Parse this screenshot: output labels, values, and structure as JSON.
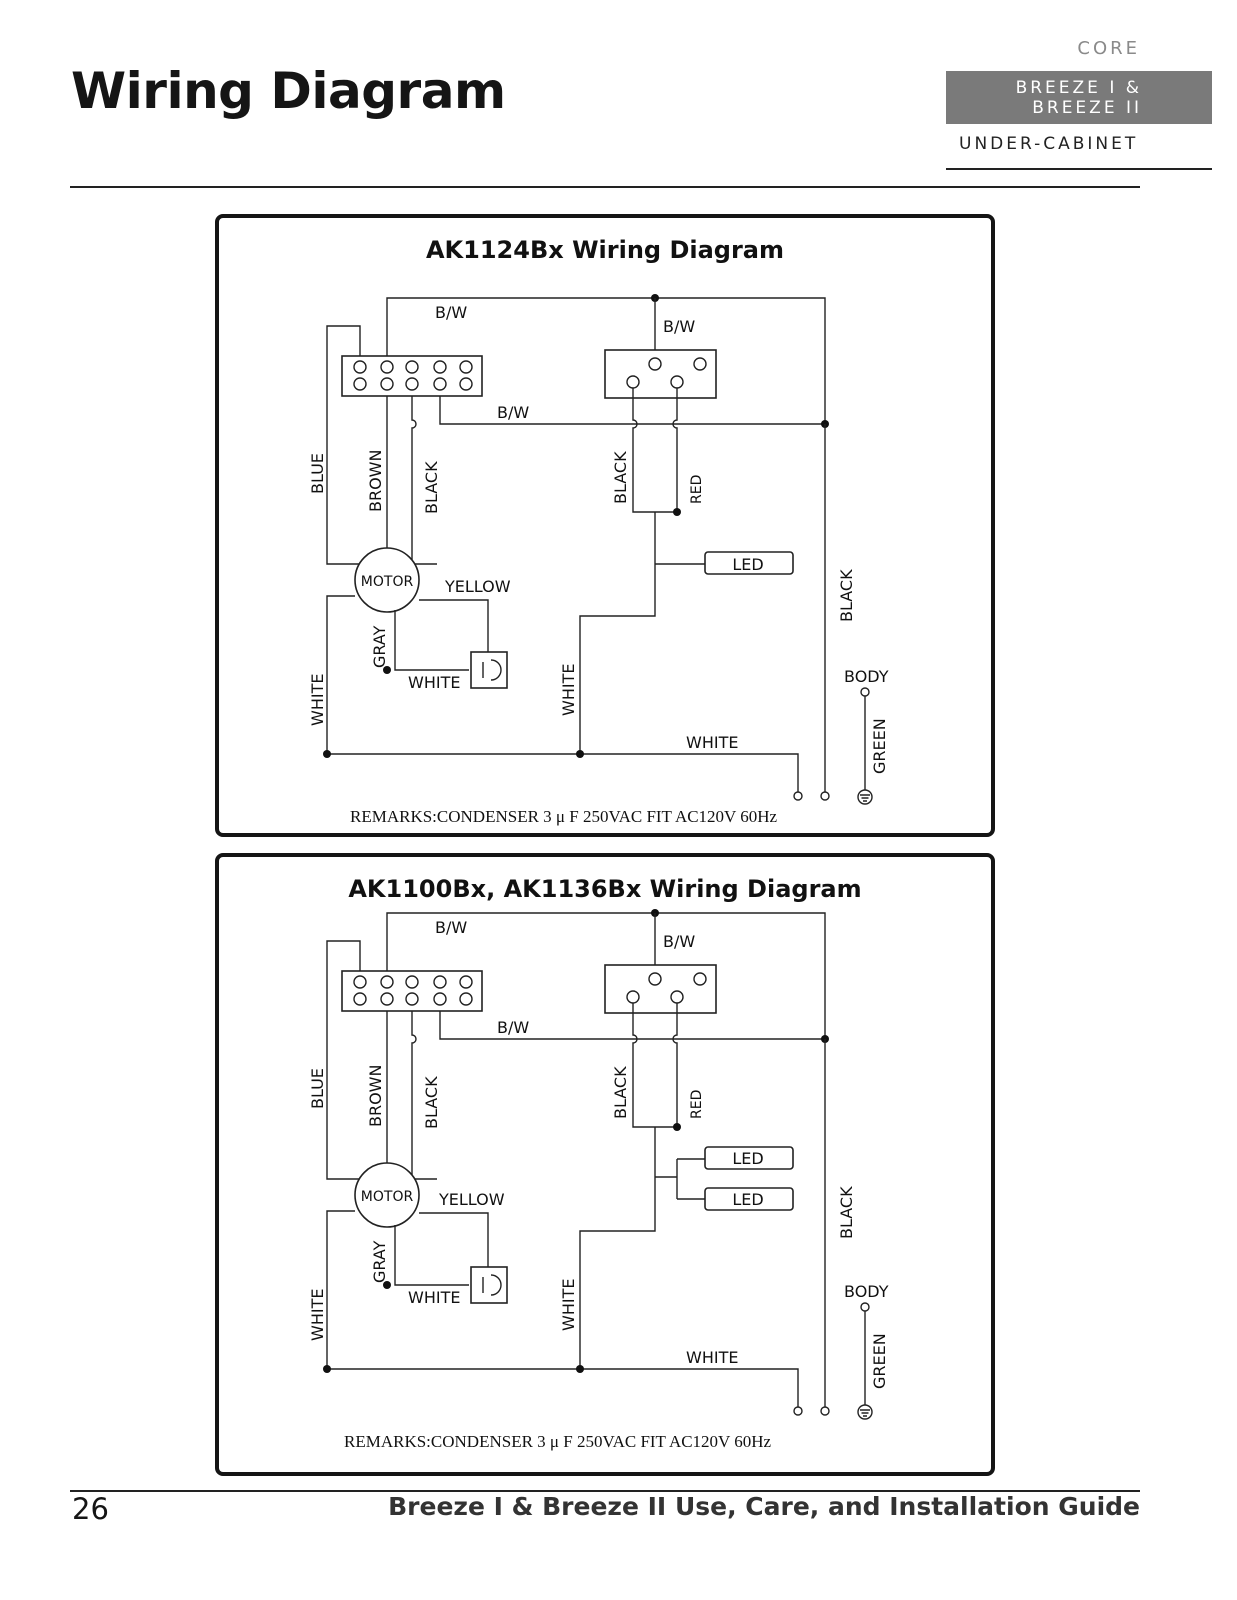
{
  "header": {
    "title": "Wiring Diagram",
    "nav_core": "CORE",
    "nav_breeze": "BREEZE I &\nBREEZE II",
    "nav_under_cabinet": "UNDER-CABINET"
  },
  "diagrams": [
    {
      "title": "AK1124Bx Wiring Diagram",
      "wire_labels": {
        "bw_top": "B/W",
        "bw_switch": "B/W",
        "bw_mid": "B/W",
        "blue": "BLUE",
        "brown": "BROWN",
        "black_motor": "BLACK",
        "black_switch": "BLACK",
        "red": "RED",
        "black_right": "BLACK",
        "yellow": "YELLOW",
        "gray": "GRAY",
        "white_cap": "WHITE",
        "white_left": "WHITE",
        "white_center": "WHITE",
        "white_bottom": "WHITE",
        "body": "BODY",
        "green": "GREEN"
      },
      "motor_label": "MOTOR",
      "led_labels": [
        "LED"
      ],
      "remarks": "REMARKS:CONDENSER 3 μ F  250VAC FIT AC120V 60Hz"
    },
    {
      "title": "AK1100Bx, AK1136Bx Wiring Diagram",
      "wire_labels": {
        "bw_top": "B/W",
        "bw_switch": "B/W",
        "bw_mid": "B/W",
        "blue": "BLUE",
        "brown": "BROWN",
        "black_motor": "BLACK",
        "black_switch": "BLACK",
        "red": "RED",
        "black_right": "BLACK",
        "yellow": "YELLOW",
        "gray": "GRAY",
        "white_cap": "WHITE",
        "white_left": "WHITE",
        "white_center": "WHITE",
        "white_bottom": "WHITE",
        "body": "BODY",
        "green": "GREEN"
      },
      "motor_label": "MOTOR",
      "led_labels": [
        "LED",
        "LED"
      ],
      "remarks": "REMARKS:CONDENSER 3 μ F  250VAC FIT AC120V 60Hz"
    }
  ],
  "footer": {
    "page_number": "26",
    "guide_title": "Breeze I & Breeze II Use, Care, and Installation Guide"
  }
}
